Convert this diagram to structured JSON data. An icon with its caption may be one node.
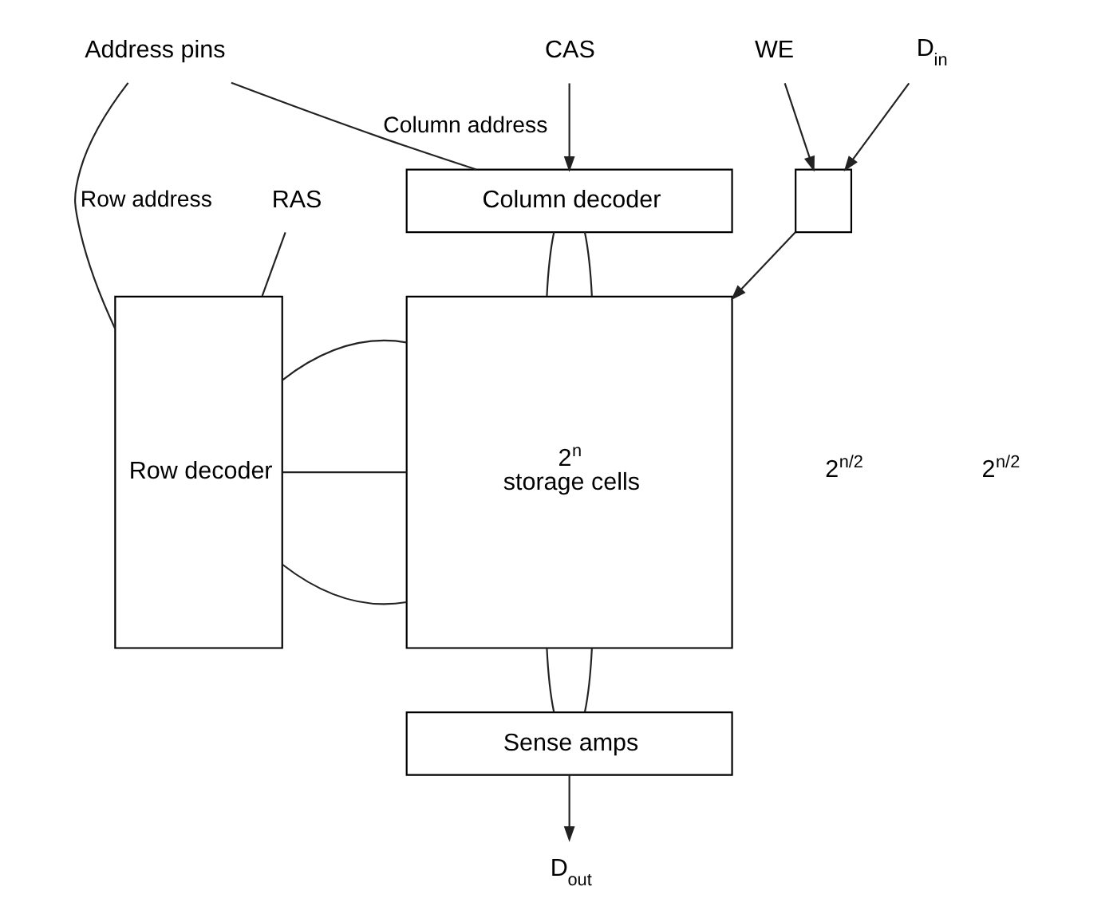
{
  "diagram": {
    "nodes": [
      {
        "text": [
          "CAS"
        ]
      },
      {
        "text": [
          "Address pins"
        ]
      },
      {
        "text": [
          "Column decoder"
        ]
      },
      {
        "text": [
          "Row decoder"
        ]
      },
      {
        "text": [
          "2$^{n}$",
          "storage cells"
        ]
      },
      {
        "text": [
          "Sense amps"
        ]
      },
      {
        "text": [],
        "shape": "box"
      },
      {
        "text": [
          "RAS"
        ]
      },
      {
        "text": [
          "D$_{out}$"
        ]
      },
      {
        "text": [
          "D$_{in}$"
        ]
      },
      {
        "text": [
          "WE"
        ]
      }
    ],
    "edges": [
      {
        "from": 0,
        "to": 2,
        "arrow": "to"
      },
      {
        "from": 1,
        "to": 2,
        "arrow": "none",
        "label": "Column address"
      },
      {
        "from": 1,
        "to": 3,
        "arrow": "none",
        "label": "Row address"
      },
      {
        "from": 2,
        "to": 4,
        "arrow": "none"
      },
      {
        "from": 2,
        "to": 4,
        "arrow": "none"
      },
      {
        "from": 3,
        "to": 4,
        "arrow": "none"
      },
      {
        "from": 3,
        "to": 4,
        "arrow": "none"
      },
      {
        "from": 3,
        "to": 4,
        "arrow": "none"
      },
      {
        "from": 7,
        "to": 3,
        "arrow": "none"
      },
      {
        "from": 4,
        "to": 5,
        "arrow": "none"
      },
      {
        "from": 4,
        "to": 5,
        "arrow": "none"
      },
      {
        "from": 5,
        "to": 8,
        "arrow": "to"
      },
      {
        "from": 9,
        "to": 6,
        "arrow": "to"
      },
      {
        "from": 10,
        "to": 6,
        "arrow": "to"
      },
      {
        "from": 6,
        "to": 4,
        "arrow": "to"
      }
    ],
    "labels": [
      "2$^{n/2}$",
      "2$^{n/2}$"
    ]
  }
}
